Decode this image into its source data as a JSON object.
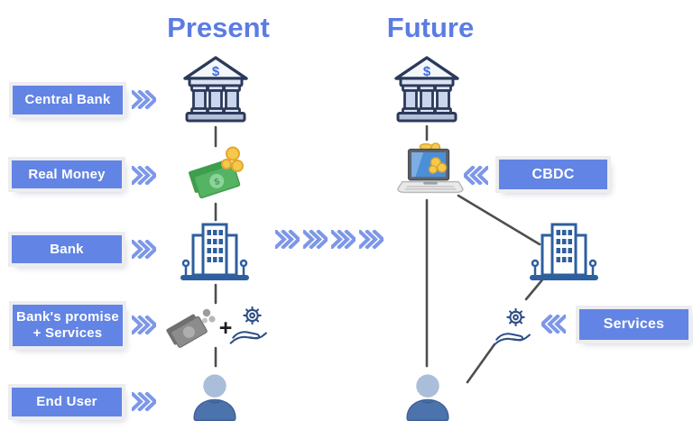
{
  "present": {
    "title": "Present",
    "labels": {
      "central_bank": "Central Bank",
      "real_money": "Real Money",
      "bank": "Bank",
      "promise_line1": "Bank's promise",
      "promise_line2": "+ Services",
      "end_user": "End User"
    }
  },
  "future": {
    "title": "Future",
    "labels": {
      "cbdc": "CBDC",
      "services": "Services"
    }
  },
  "symbols": {
    "plus": "+",
    "dollar": "$"
  },
  "icons": {
    "present_column": [
      "central-bank-icon",
      "cash-coins-icon",
      "office-building-icon",
      "gray-cash-icon",
      "gear-hand-icon",
      "person-icon"
    ],
    "future_column": [
      "central-bank-icon",
      "laptop-coins-icon",
      "office-building-icon",
      "gear-hand-icon",
      "person-icon"
    ],
    "arrow_style": "triple-chevron"
  },
  "colors": {
    "label_bg": "#6284e4",
    "label_text": "#ffffff",
    "title_text": "#5b7ce2",
    "chevron": "#7d97e8",
    "connector": "#4e4e4e",
    "bank_navy": "#2b3a5a",
    "building_blue": "#2e5f9e",
    "money_green": "#55b364",
    "coin_gold": "#f6c94a",
    "person_blue": "#4d73ac"
  }
}
